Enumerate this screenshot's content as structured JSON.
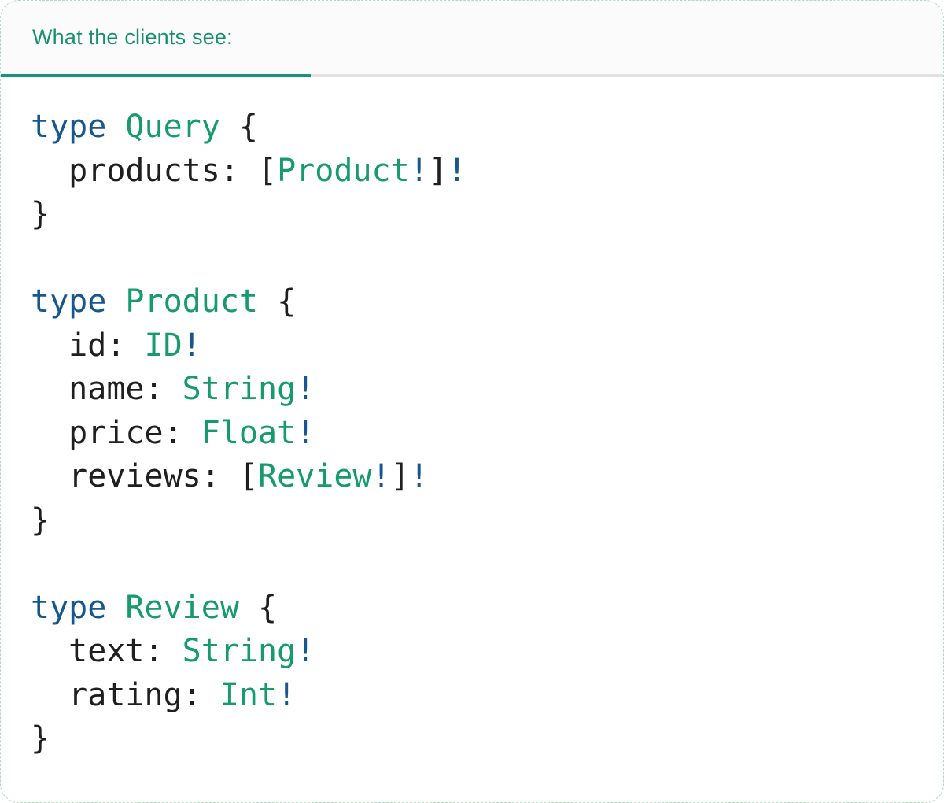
{
  "tab": {
    "label": "What the clients see:"
  },
  "colors": {
    "accent_green": "#1a9478",
    "tab_text": "#17916d",
    "tabbar_bg": "#fbfbfb",
    "inactive_line": "#e2e2e2",
    "keyword_blue": "#16578f",
    "type_green": "#179a6e",
    "code_text": "#1f1f1f",
    "card_border": "#b8d8c4",
    "card_bg": "#ffffff"
  },
  "code": {
    "language": "graphql",
    "lines": [
      [
        {
          "t": "type",
          "c": "blue"
        },
        {
          "t": " ",
          "c": "plain"
        },
        {
          "t": "Query",
          "c": "green"
        },
        {
          "t": " {",
          "c": "plain"
        }
      ],
      [
        {
          "t": "  products: [",
          "c": "plain"
        },
        {
          "t": "Product",
          "c": "green"
        },
        {
          "t": "!",
          "c": "blue"
        },
        {
          "t": "]",
          "c": "plain"
        },
        {
          "t": "!",
          "c": "blue"
        }
      ],
      [
        {
          "t": "}",
          "c": "plain"
        }
      ],
      [],
      [
        {
          "t": "type",
          "c": "blue"
        },
        {
          "t": " ",
          "c": "plain"
        },
        {
          "t": "Product",
          "c": "green"
        },
        {
          "t": " {",
          "c": "plain"
        }
      ],
      [
        {
          "t": "  id: ",
          "c": "plain"
        },
        {
          "t": "ID",
          "c": "green"
        },
        {
          "t": "!",
          "c": "blue"
        }
      ],
      [
        {
          "t": "  name: ",
          "c": "plain"
        },
        {
          "t": "String",
          "c": "green"
        },
        {
          "t": "!",
          "c": "blue"
        }
      ],
      [
        {
          "t": "  price: ",
          "c": "plain"
        },
        {
          "t": "Float",
          "c": "green"
        },
        {
          "t": "!",
          "c": "blue"
        }
      ],
      [
        {
          "t": "  reviews: [",
          "c": "plain"
        },
        {
          "t": "Review",
          "c": "green"
        },
        {
          "t": "!",
          "c": "blue"
        },
        {
          "t": "]",
          "c": "plain"
        },
        {
          "t": "!",
          "c": "blue"
        }
      ],
      [
        {
          "t": "}",
          "c": "plain"
        }
      ],
      [],
      [
        {
          "t": "type",
          "c": "blue"
        },
        {
          "t": " ",
          "c": "plain"
        },
        {
          "t": "Review",
          "c": "green"
        },
        {
          "t": " {",
          "c": "plain"
        }
      ],
      [
        {
          "t": "  text: ",
          "c": "plain"
        },
        {
          "t": "String",
          "c": "green"
        },
        {
          "t": "!",
          "c": "blue"
        }
      ],
      [
        {
          "t": "  rating: ",
          "c": "plain"
        },
        {
          "t": "Int",
          "c": "green"
        },
        {
          "t": "!",
          "c": "blue"
        }
      ],
      [
        {
          "t": "}",
          "c": "plain"
        }
      ]
    ]
  }
}
